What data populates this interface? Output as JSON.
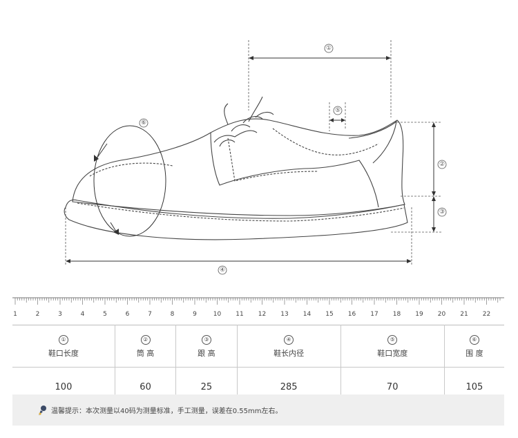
{
  "markers": [
    "①",
    "②",
    "③",
    "④",
    "⑤",
    "⑥"
  ],
  "ruler": {
    "labels": [
      "1",
      "2",
      "3",
      "4",
      "5",
      "6",
      "7",
      "8",
      "9",
      "10",
      "11",
      "12",
      "13",
      "14",
      "15",
      "16",
      "17",
      "18",
      "19",
      "20",
      "21",
      "22"
    ]
  },
  "table": {
    "columns": [
      {
        "num": "①",
        "label": "鞋口长度",
        "value": "100"
      },
      {
        "num": "②",
        "label": "筒 高",
        "value": "60"
      },
      {
        "num": "③",
        "label": "跟 高",
        "value": "25"
      },
      {
        "num": "④",
        "label": "鞋长内径",
        "value": "285"
      },
      {
        "num": "⑤",
        "label": "鞋口宽度",
        "value": "70"
      },
      {
        "num": "⑥",
        "label": "围 度",
        "value": "105"
      }
    ]
  },
  "note": {
    "text": "温馨提示：本次测量以40码为测量标准，手工测量，误差在0.55mm左右。"
  }
}
